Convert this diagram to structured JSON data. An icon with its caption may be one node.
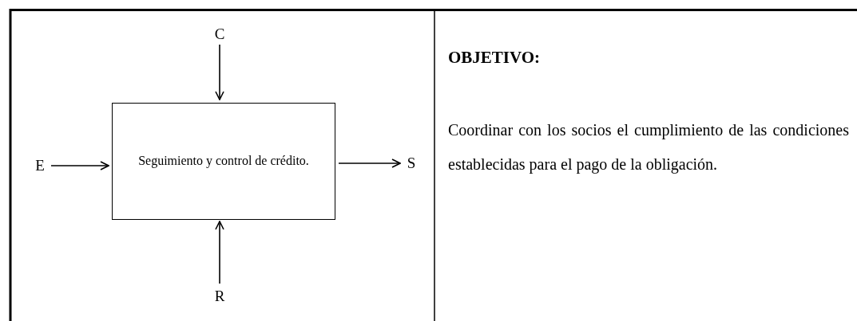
{
  "diagram": {
    "nodes": [
      {
        "text": [
          "Seguimiento y control de crédito."
        ]
      },
      {
        "text": [
          "C"
        ]
      },
      {
        "text": [
          "E"
        ]
      },
      {
        "text": [
          "S"
        ]
      },
      {
        "text": [
          "R"
        ]
      }
    ],
    "edges": [
      {
        "from": 1,
        "to": 0,
        "arrow": "to"
      },
      {
        "from": 2,
        "to": 0,
        "arrow": "to"
      },
      {
        "from": 0,
        "to": 3,
        "arrow": "to"
      },
      {
        "from": 4,
        "to": 0,
        "arrow": "to"
      }
    ],
    "labels": [
      "OBJETIVO:",
      "Coordinar con los socios el cumplimiento de las condiciones establecidas para el pago de la obligación."
    ]
  }
}
